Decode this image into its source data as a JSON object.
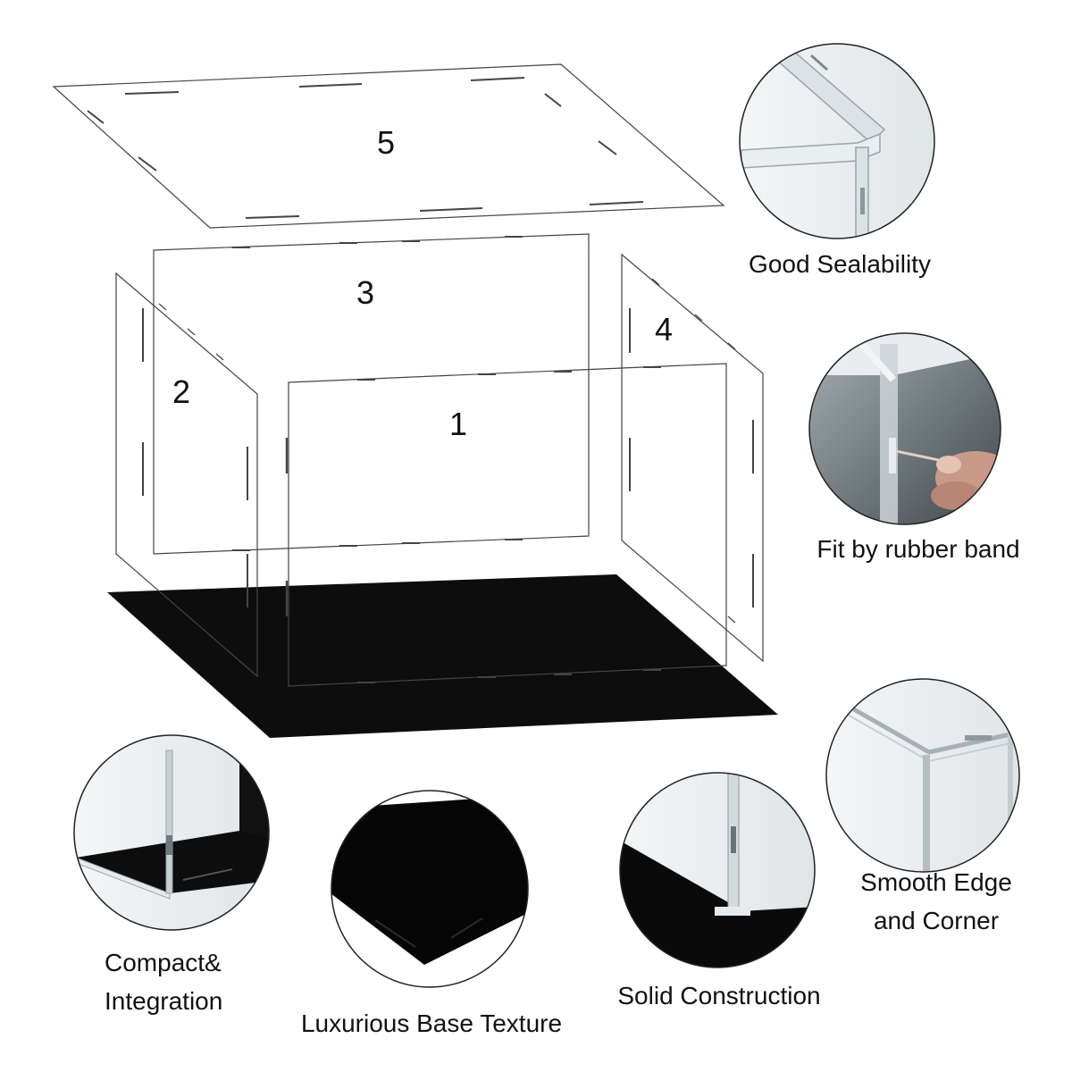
{
  "panel_numbers": {
    "front": "1",
    "left": "2",
    "back": "3",
    "right": "4",
    "top": "5"
  },
  "features": {
    "sealability": "Good Sealability",
    "rubber_band": "Fit by rubber band",
    "edge_line1": "Smooth Edge",
    "edge_line2": "and Corner",
    "compact_line1": "Compact&",
    "compact_line2": "Integration",
    "base_texture": "Luxurious Base Texture",
    "solid": "Solid Construction"
  },
  "colors": {
    "base": "#0d0d0d",
    "outline": "#555555",
    "acrylic": "#eef1f3",
    "circle_border": "#222222"
  }
}
